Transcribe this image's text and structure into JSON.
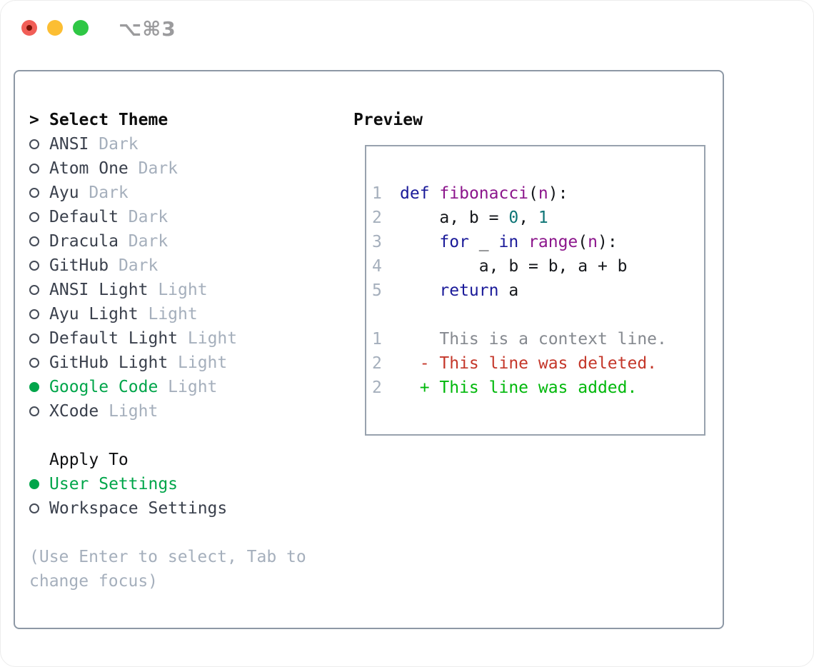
{
  "titlebar": {
    "shortcut": "⌥⌘3",
    "traffic_lights": [
      {
        "name": "close-button",
        "color": "#f15e57",
        "has_dot": true
      },
      {
        "name": "minimize-button",
        "color": "#fcbe33",
        "has_dot": false
      },
      {
        "name": "zoom-button",
        "color": "#2fc745",
        "has_dot": false
      }
    ]
  },
  "colors": {
    "selection_green": "#00a54a",
    "added_green": "#00b80b",
    "deleted_red": "#c4372a",
    "context_gray": "#85898f",
    "keyword_blue": "#1a1a99",
    "function_purple": "#8c168c",
    "literal_teal": "#0e7576",
    "muted_gray": "#a5afbc",
    "item_text": "#3a404c",
    "panel_border": "#8d98a5",
    "preview_border": "#98a2ae",
    "traffic_red": "#f15e57",
    "traffic_yellow": "#fcbe33",
    "traffic_green": "#2fc745",
    "title_gray": "#9b9b9d"
  },
  "theme_panel": {
    "title_prefix": ">",
    "title": "Select Theme",
    "items": [
      {
        "label": "ANSI",
        "variant": "Dark",
        "selected": false
      },
      {
        "label": "Atom One",
        "variant": "Dark",
        "selected": false
      },
      {
        "label": "Ayu",
        "variant": "Dark",
        "selected": false
      },
      {
        "label": "Default",
        "variant": "Dark",
        "selected": false
      },
      {
        "label": "Dracula",
        "variant": "Dark",
        "selected": false
      },
      {
        "label": "GitHub",
        "variant": "Dark",
        "selected": false
      },
      {
        "label": "ANSI Light",
        "variant": "Light",
        "selected": false
      },
      {
        "label": "Ayu Light",
        "variant": "Light",
        "selected": false
      },
      {
        "label": "Default Light",
        "variant": "Light",
        "selected": false
      },
      {
        "label": "GitHub Light",
        "variant": "Light",
        "selected": false
      },
      {
        "label": "Google Code",
        "variant": "Light",
        "selected": true
      },
      {
        "label": "XCode",
        "variant": "Light",
        "selected": false
      }
    ]
  },
  "apply_to": {
    "title": "Apply To",
    "options": [
      {
        "label": "User Settings",
        "selected": true
      },
      {
        "label": "Workspace Settings",
        "selected": false
      }
    ]
  },
  "hint": {
    "lines": [
      "(Use Enter to select, Tab to",
      "change focus)"
    ]
  },
  "preview": {
    "title": "Preview",
    "code_lines": [
      {
        "num": "1",
        "tokens": [
          {
            "t": "def",
            "c": "kw"
          },
          {
            "t": " ",
            "c": "pl"
          },
          {
            "t": "fibonacci",
            "c": "fn"
          },
          {
            "t": "(",
            "c": "pl"
          },
          {
            "t": "n",
            "c": "fn"
          },
          {
            "t": "):",
            "c": "pl"
          }
        ]
      },
      {
        "num": "2",
        "tokens": [
          {
            "t": "    a, b = ",
            "c": "pl"
          },
          {
            "t": "0",
            "c": "lit"
          },
          {
            "t": ", ",
            "c": "pl"
          },
          {
            "t": "1",
            "c": "lit"
          }
        ]
      },
      {
        "num": "3",
        "tokens": [
          {
            "t": "    ",
            "c": "pl"
          },
          {
            "t": "for",
            "c": "kw"
          },
          {
            "t": " _ ",
            "c": "pl"
          },
          {
            "t": "in",
            "c": "kw"
          },
          {
            "t": " ",
            "c": "pl"
          },
          {
            "t": "range",
            "c": "fn"
          },
          {
            "t": "(",
            "c": "pl"
          },
          {
            "t": "n",
            "c": "fn"
          },
          {
            "t": "):",
            "c": "pl"
          }
        ]
      },
      {
        "num": "4",
        "tokens": [
          {
            "t": "        a, b = b, a + b",
            "c": "pl"
          }
        ]
      },
      {
        "num": "5",
        "tokens": [
          {
            "t": "    ",
            "c": "pl"
          },
          {
            "t": "return",
            "c": "kw"
          },
          {
            "t": " a",
            "c": "pl"
          }
        ]
      },
      {
        "num": "",
        "tokens": []
      },
      {
        "num": "1",
        "tokens": [
          {
            "t": "    This is a context line.",
            "c": "ctx"
          }
        ]
      },
      {
        "num": "2",
        "tokens": [
          {
            "t": "  - This line was deleted.",
            "c": "del"
          }
        ]
      },
      {
        "num": "2",
        "tokens": [
          {
            "t": "  + This line was added.",
            "c": "add"
          }
        ]
      }
    ]
  }
}
